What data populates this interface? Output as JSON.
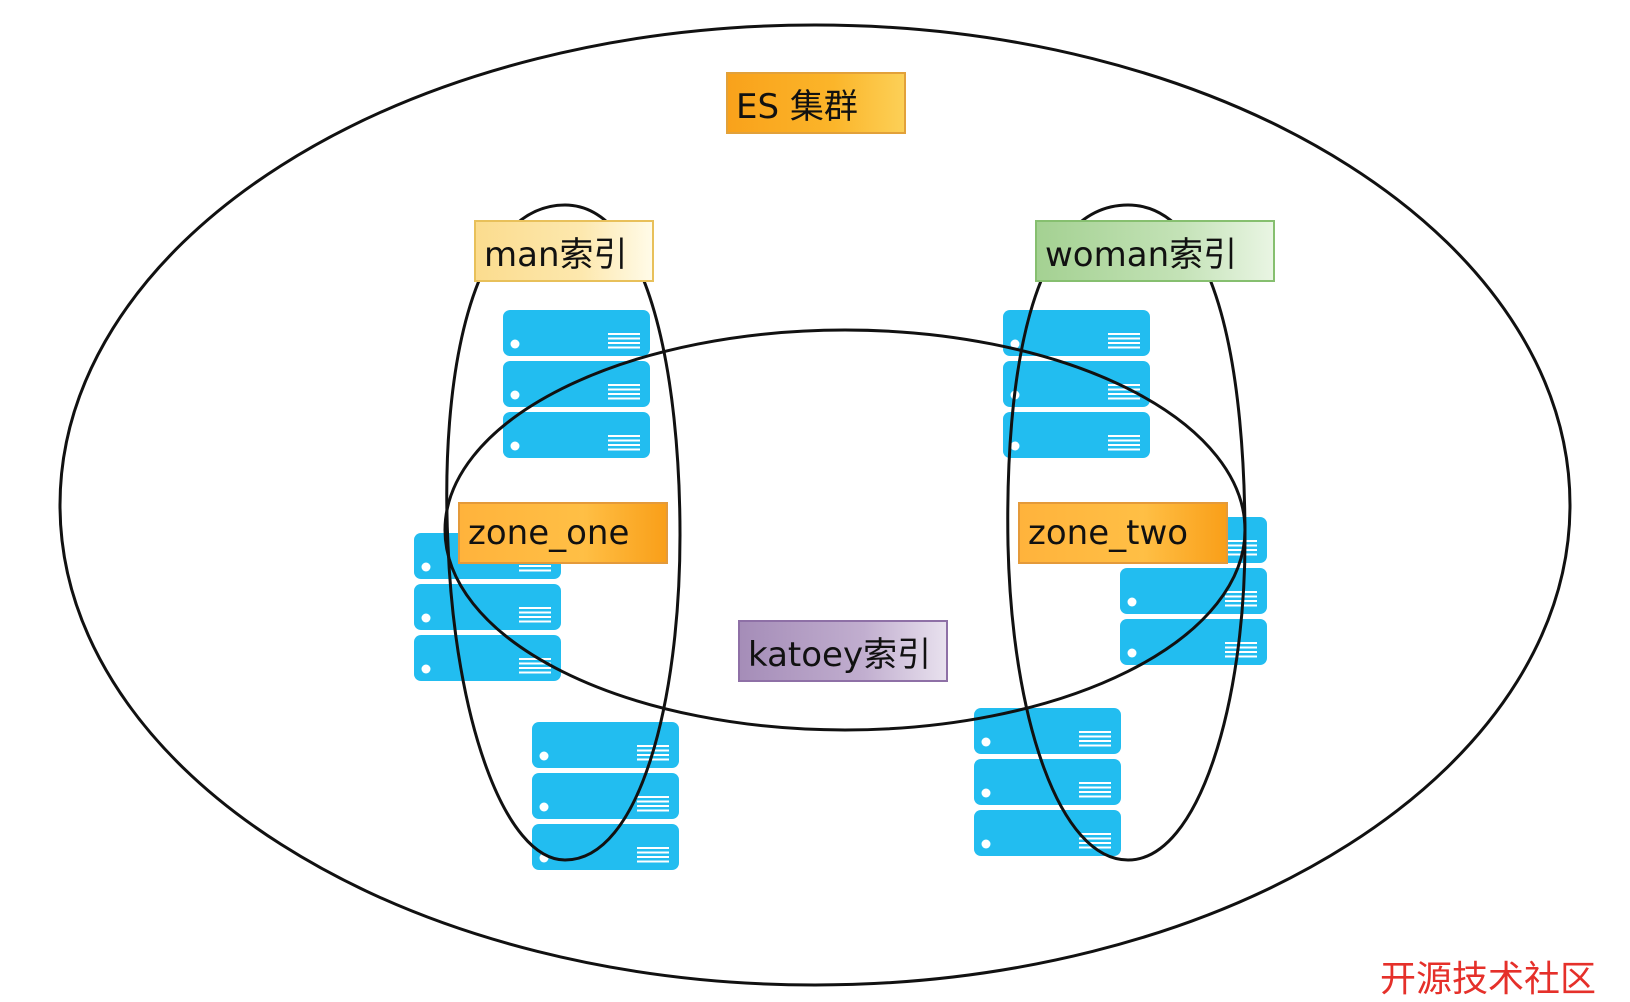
{
  "labels": {
    "cluster": "ES 集群",
    "man_index": "man索引",
    "woman_index": "woman索引",
    "zone_one": "zone_one",
    "zone_two": "zone_two",
    "katoey_index": "katoey索引"
  },
  "watermark": "开源技术社区",
  "colors": {
    "server": "#22bdf0",
    "server_line": "#ffffff",
    "outline": "#111111",
    "watermark": "#e5302a"
  }
}
